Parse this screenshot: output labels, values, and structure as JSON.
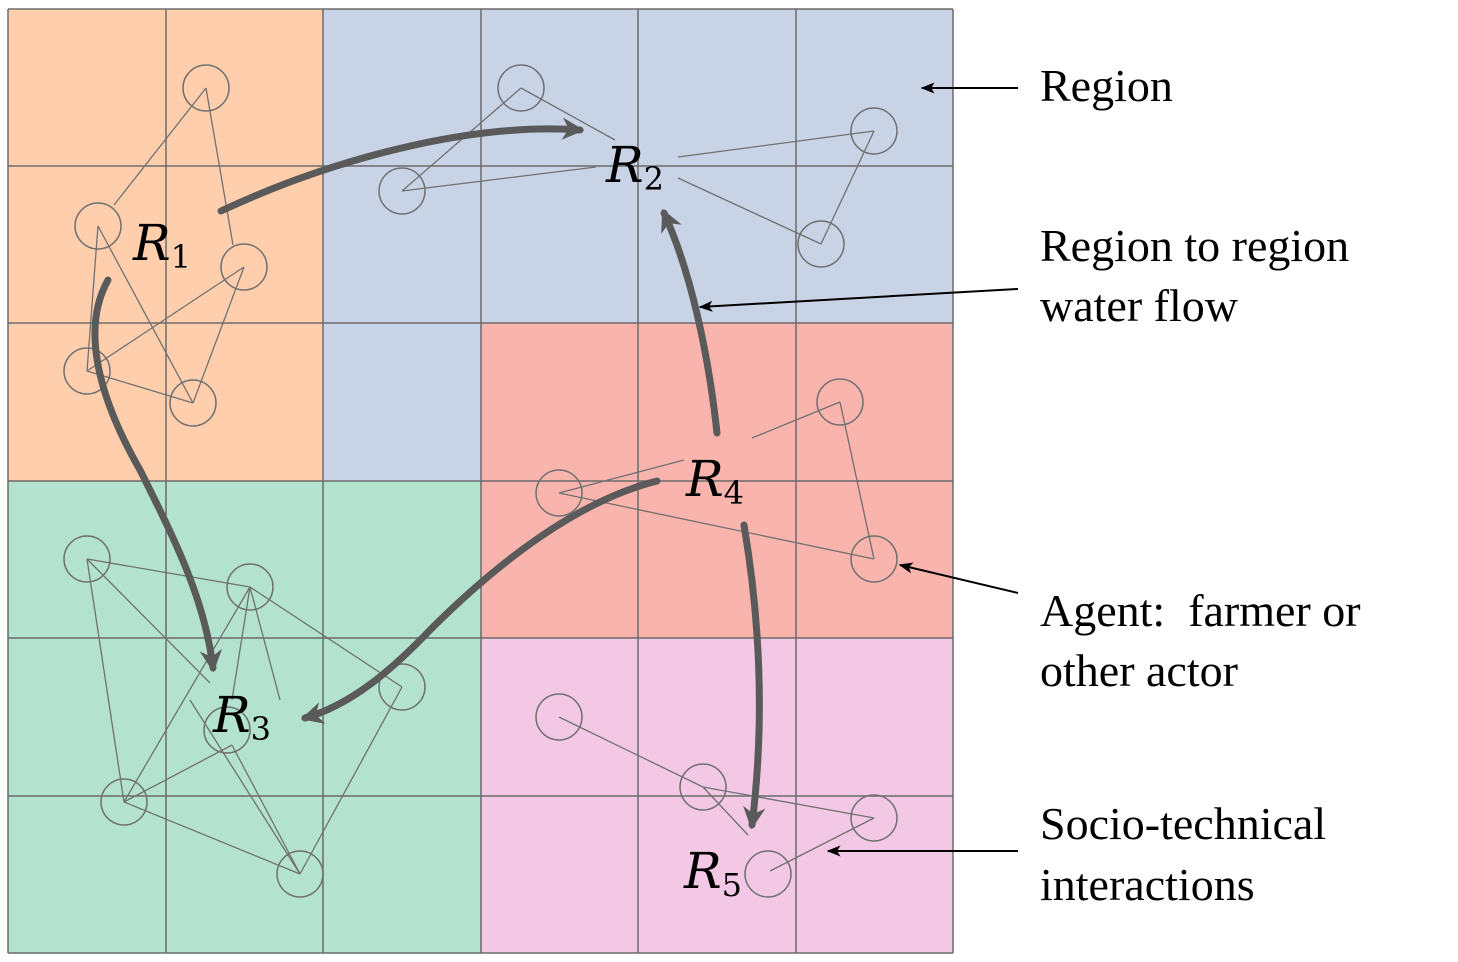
{
  "colors": {
    "region_1": "#ffcfad",
    "region_2": "#c9d3e6",
    "region_3": "#b3e3cf",
    "region_4": "#fab4ae",
    "region_5": "#f3c8e5",
    "grid": "#6b6b6b",
    "node": "#707070",
    "flow": "#5a5a5a"
  },
  "regions": [
    {
      "id": "R1",
      "letter": "R",
      "index": "1"
    },
    {
      "id": "R2",
      "letter": "R",
      "index": "2"
    },
    {
      "id": "R3",
      "letter": "R",
      "index": "3"
    },
    {
      "id": "R4",
      "letter": "R",
      "index": "4"
    },
    {
      "id": "R5",
      "letter": "R",
      "index": "5"
    }
  ],
  "annotations": {
    "region": "Region",
    "water_flow_line1": "Region to region",
    "water_flow_line2": "water flow",
    "agent_line1": "Agent:  farmer or",
    "agent_line2": "other actor",
    "socio_line1": "Socio-technical",
    "socio_line2": "interactions"
  }
}
